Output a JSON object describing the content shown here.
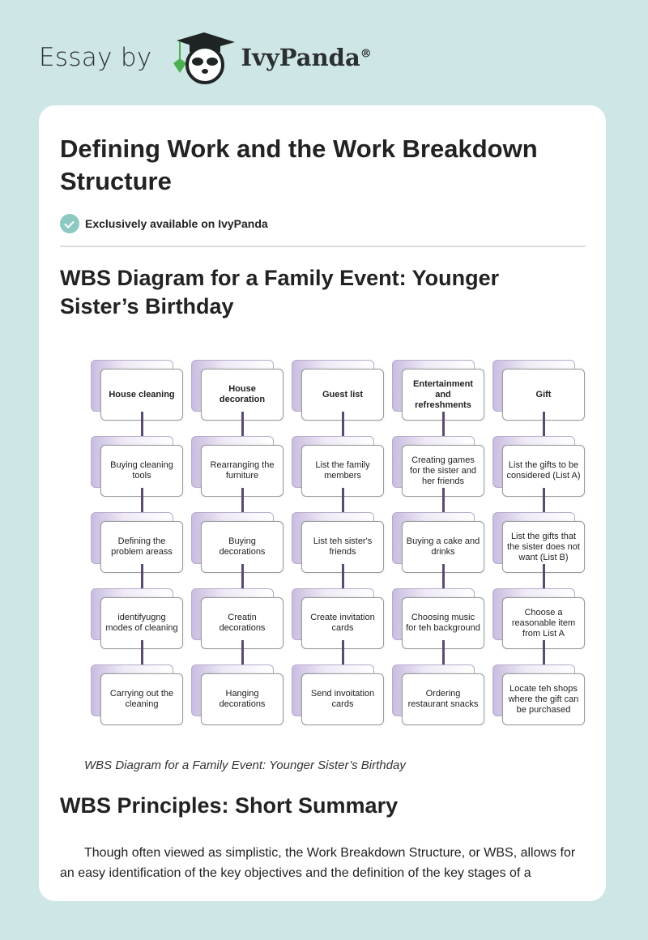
{
  "header": {
    "essay_by": "Essay by",
    "brand": "IvyPanda",
    "registered": "®"
  },
  "article": {
    "title": "Defining Work and the Work Breakdown Structure",
    "badge": "Exclusively available on IvyPanda",
    "section1_title": "WBS Diagram for a Family Event: Younger Sister’s Birthday",
    "caption": "WBS Diagram for a Family Event: Younger Sister’s Birthday",
    "section2_title": "WBS Principles: Short Summary",
    "paragraph": "Though often viewed as simplistic, the Work Breakdown Structure, or WBS, allows for an easy identification of the key objectives and the definition of the key stages of a"
  },
  "diagram": {
    "colors": {
      "connector": "#5b4a72",
      "shadow_box": "#c9bde0"
    },
    "columns": [
      {
        "head": "House cleaning",
        "tasks": [
          "Buying cleaning tools",
          "Defining the problem areass",
          "identifyugng modes of cleaning",
          "Carrying out the cleaning"
        ]
      },
      {
        "head": "House decoration",
        "tasks": [
          "Rearranging the furniture",
          "Buying decorations",
          "Creatin decorations",
          "Hanging decorations"
        ]
      },
      {
        "head": "Guest list",
        "tasks": [
          "List the family members",
          "List  teh sister's friends",
          "Create invitation cards",
          "Send invoitation cards"
        ]
      },
      {
        "head": "Entertainment and refreshments",
        "tasks": [
          "Creating games for the sister and her friends",
          "Buying a cake and drinks",
          "Choosing music for teh background",
          "Ordering restaurant snacks"
        ]
      },
      {
        "head": "Gift",
        "tasks": [
          "List the gifts to be considered (List A)",
          "List the gifts that the sister does not want (List B)",
          "Choose a reasonable item from List A",
          "Locate teh shops where the gift can be purchased"
        ]
      }
    ]
  }
}
